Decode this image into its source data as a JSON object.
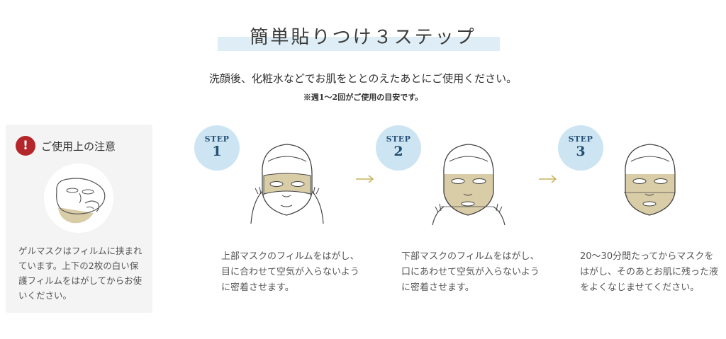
{
  "header": {
    "title": "簡単貼りつけ３ステップ",
    "lead": "洗顔後、化粧水などでお肌をととのえたあとにご使用ください。",
    "note": "※週1〜2回がご使用の目安です。"
  },
  "caution": {
    "badge": "!",
    "title": "ご使用上の注意",
    "text": "ゲルマスクはフィルムに挟まれています。上下の2枚の白い保護フィルムをはがしてからお使いください。",
    "icon": "mask-film-icon"
  },
  "steps": [
    {
      "label": "STEP",
      "number": "1",
      "text": "上部マスクのフィルムをはがし、目に合わせて空気が入らないように密着させます。"
    },
    {
      "label": "STEP",
      "number": "2",
      "text": "下部マスクのフィルムをはがし、口にあわせて空気が入らないように密着させます。"
    },
    {
      "label": "STEP",
      "number": "3",
      "text": "20〜30分間たってからマスクをはがし、そのあとお肌に残った液をよくなじませてください。"
    }
  ],
  "colors": {
    "accent_band": "#dfeef6",
    "step_badge": "#cde5f3",
    "step_text": "#234f73",
    "caution_badge": "#b4262a",
    "mask": "#d9cda7",
    "arrow": "#c8b45a"
  }
}
